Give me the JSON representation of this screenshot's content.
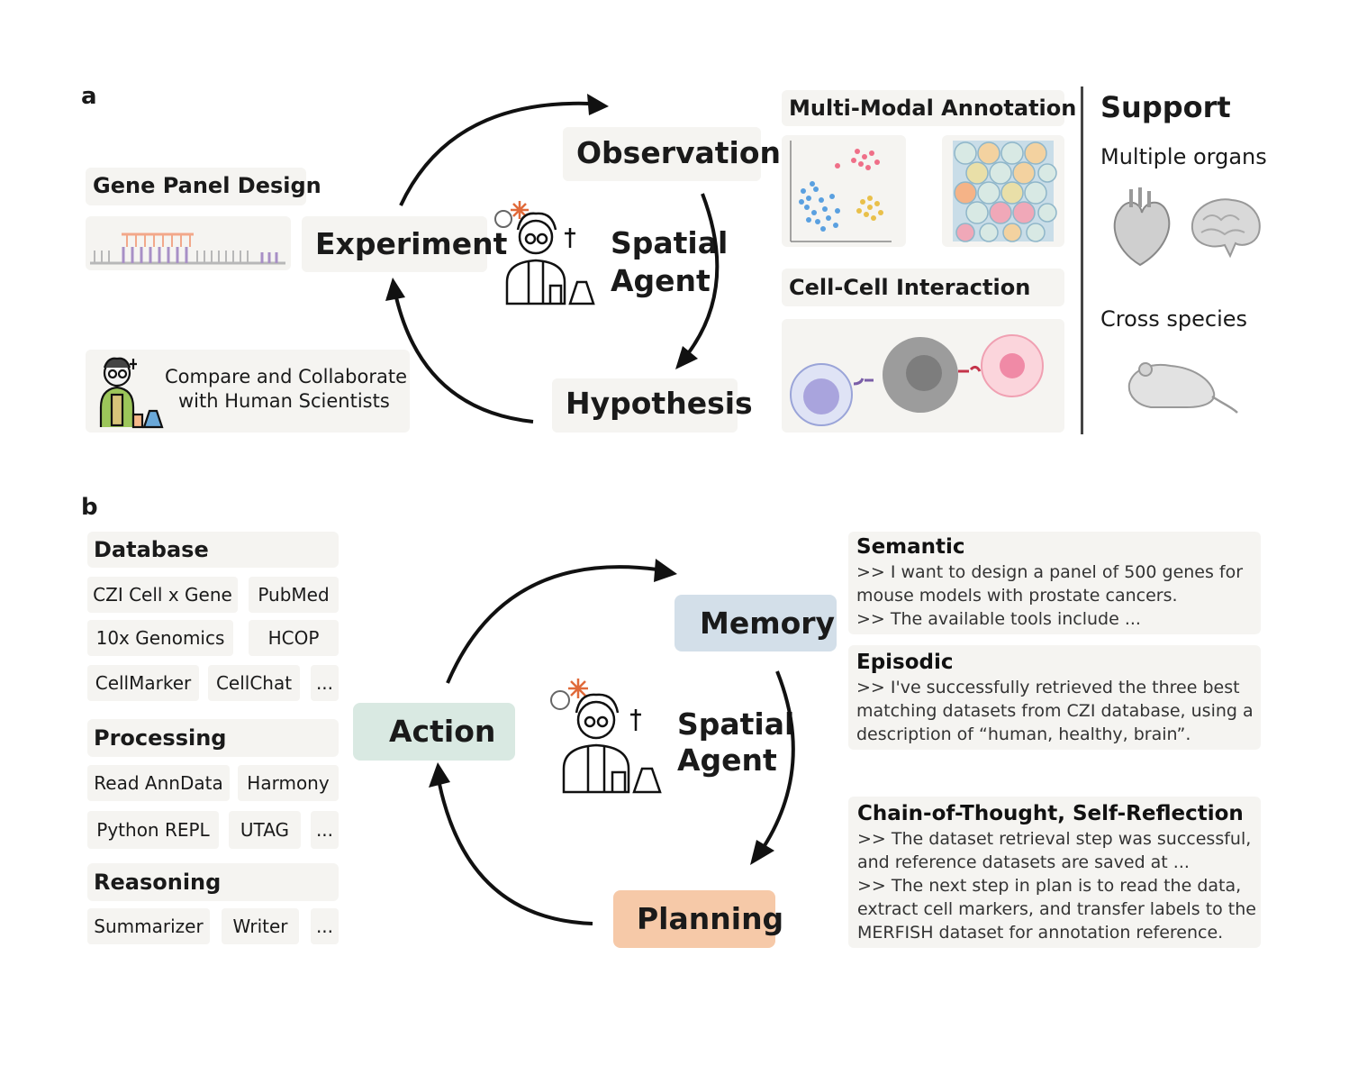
{
  "panel_a": {
    "letter": "a",
    "cycle": {
      "observation": "Observation",
      "experiment": "Experiment",
      "hypothesis": "Hypothesis",
      "agent_line1": "Spatial",
      "agent_line2": "Agent"
    },
    "gene_panel_design": "Gene Panel Design",
    "compare_line1": "Compare and Collaborate",
    "compare_line2": "with Human Scientists",
    "multi_modal_annotation": "Multi-Modal Annotation",
    "cell_cell_interaction": "Cell-Cell Interaction",
    "support": {
      "title": "Support",
      "multiple_organs": "Multiple organs",
      "cross_species": "Cross species"
    }
  },
  "panel_b": {
    "letter": "b",
    "database": {
      "title": "Database",
      "items": [
        "CZI Cell x Gene",
        "PubMed",
        "10x Genomics",
        "HCOP",
        "CellMarker",
        "CellChat",
        "..."
      ]
    },
    "processing": {
      "title": "Processing",
      "items": [
        "Read AnnData",
        "Harmony",
        "Python REPL",
        "UTAG",
        "..."
      ]
    },
    "reasoning": {
      "title": "Reasoning",
      "items": [
        "Summarizer",
        "Writer",
        "..."
      ]
    },
    "cycle": {
      "memory": "Memory",
      "action": "Action",
      "planning": "Planning",
      "agent_line1": "Spatial",
      "agent_line2": "Agent"
    },
    "semantic": {
      "title": "Semantic",
      "lines": [
        ">> I want to design a panel of 500 genes for",
        "mouse models with prostate cancers.",
        ">> The available tools include ..."
      ]
    },
    "episodic": {
      "title": "Episodic",
      "lines": [
        ">> I've successfully retrieved the three best",
        "matching datasets from CZI database, using a",
        "description of “human, healthy, brain”."
      ]
    },
    "cot": {
      "title": "Chain-of-Thought, Self-Reflection",
      "lines": [
        ">> The dataset retrieval step was successful,",
        "and reference datasets are saved at ...",
        ">> The next step in plan is to read the data,",
        "extract cell markers, and transfer labels to the",
        "MERFISH dataset for annotation reference."
      ]
    }
  },
  "colors": {
    "box_bg": "#f5f4f1",
    "memory": "#d3dfe9",
    "action": "#d9e9e2",
    "planning": "#f6c9a8",
    "arrow": "#111111"
  }
}
